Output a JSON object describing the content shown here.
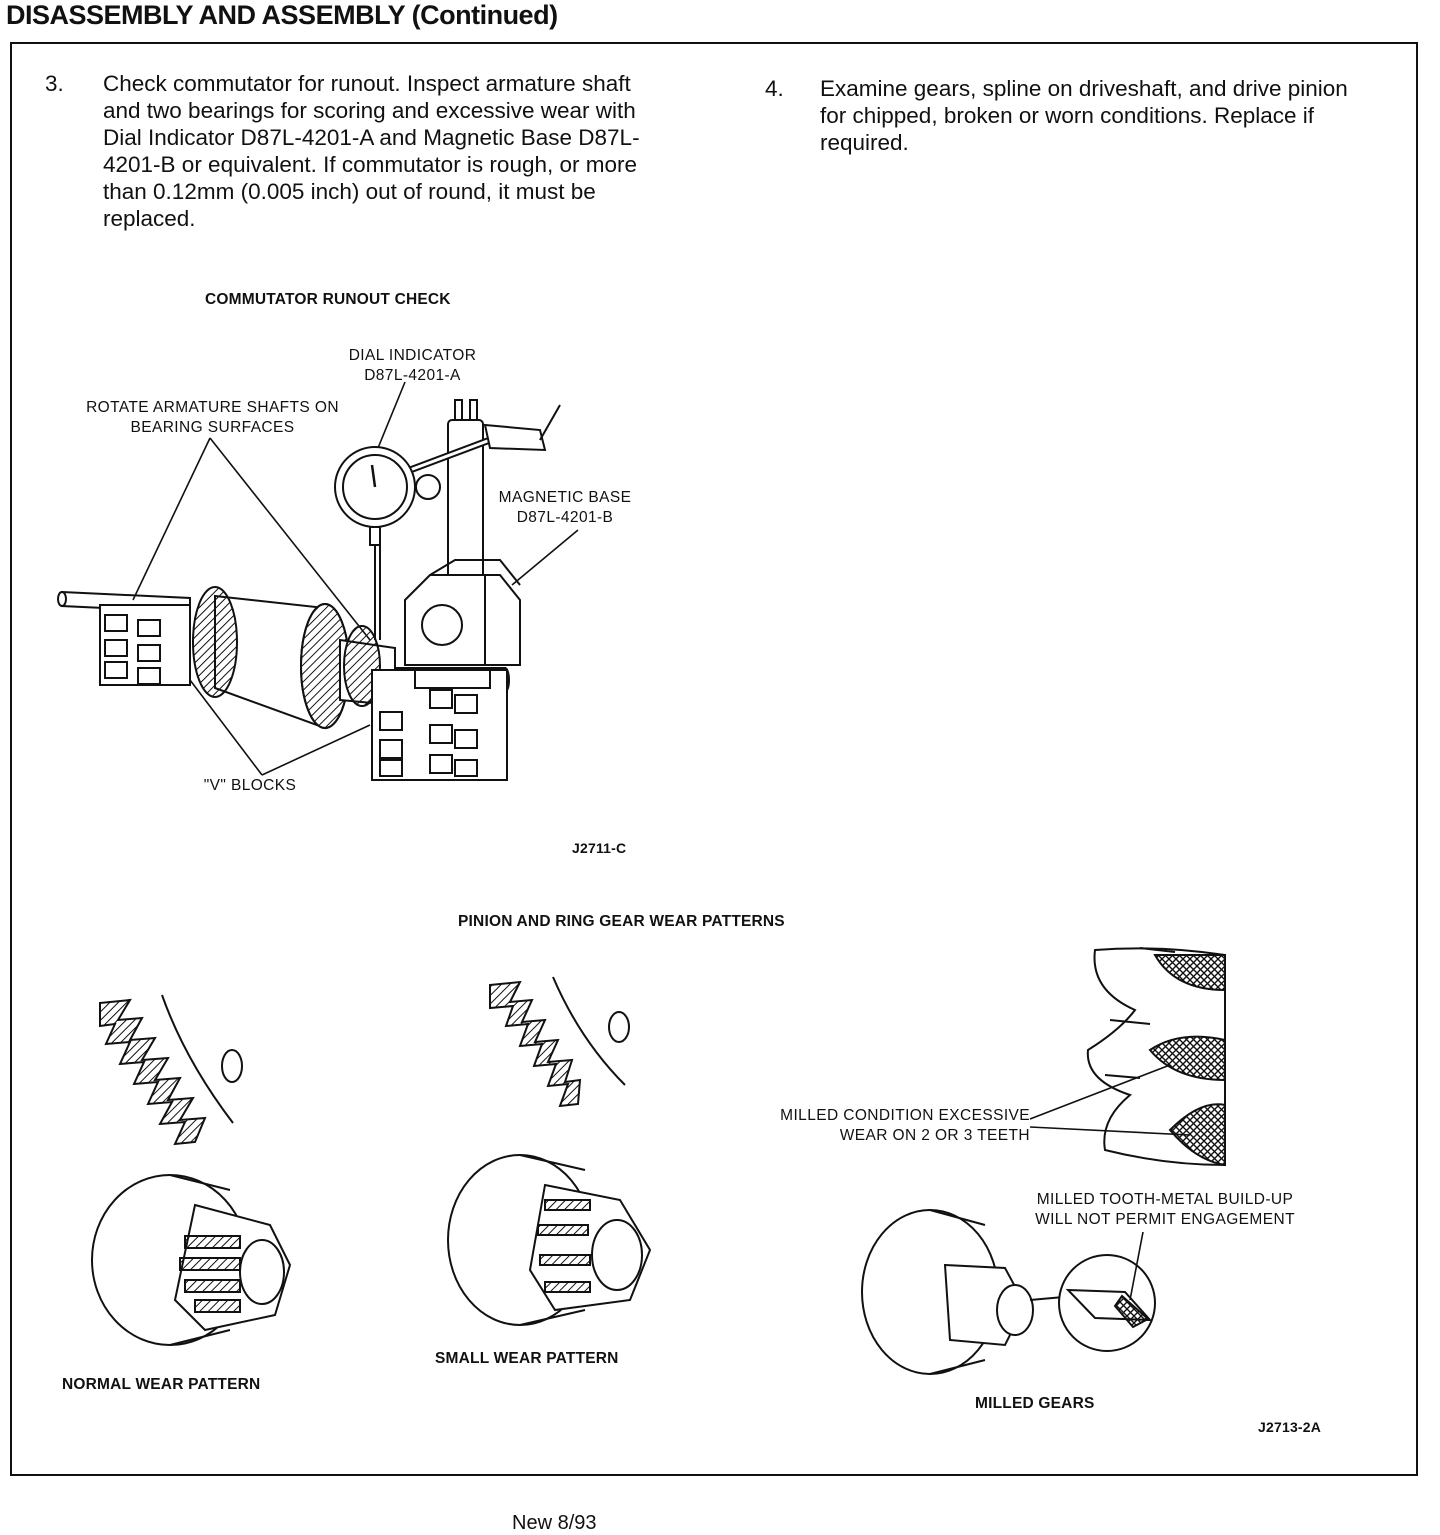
{
  "header": {
    "title": "DISASSEMBLY AND ASSEMBLY (Continued)"
  },
  "steps": [
    {
      "number": "3.",
      "text": "Check commutator for runout. Inspect armature shaft and two bearings for scoring and excessive wear with Dial Indicator D87L-4201-A and Magnetic Base D87L-4201-B or equivalent. If commutator is rough, or more than 0.12mm (0.005 inch) out of round, it must be replaced."
    },
    {
      "number": "4.",
      "text": "Examine gears, spline on driveshaft, and drive pinion for chipped, broken or worn conditions. Replace if required."
    }
  ],
  "figure1": {
    "title": "COMMUTATOR RUNOUT CHECK",
    "dial_indicator": [
      "DIAL INDICATOR",
      "D87L-4201-A"
    ],
    "rotate": [
      "ROTATE ARMATURE SHAFTS ON",
      "BEARING SURFACES"
    ],
    "magnetic_base": [
      "MAGNETIC BASE",
      "D87L-4201-B"
    ],
    "v_blocks": "\"V\" BLOCKS",
    "code": "J2711-C"
  },
  "figure2": {
    "title": "PINION AND RING GEAR WEAR PATTERNS",
    "milled_condition": [
      "MILLED CONDITION EXCESSIVE",
      "WEAR ON 2 OR 3 TEETH"
    ],
    "milled_tooth": [
      "MILLED TOOTH-METAL BUILD-UP",
      "WILL NOT PERMIT ENGAGEMENT"
    ],
    "normal": "NORMAL WEAR PATTERN",
    "small": "SMALL WEAR PATTERN",
    "milled": "MILLED GEARS",
    "code": "J2713-2A"
  },
  "footer": {
    "revision": "New 8/93"
  }
}
